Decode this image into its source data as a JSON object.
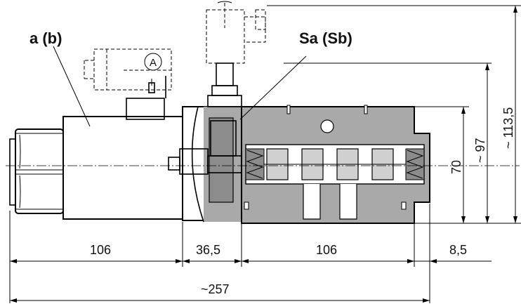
{
  "labels": {
    "solenoid": "a (b)",
    "sensor": "Sa (Sb)",
    "connector_marker": "A"
  },
  "dimensions": {
    "solenoid_length": "106",
    "adapter_length": "36,5",
    "body_length": "106",
    "end_offset": "8,5",
    "overall_length": "~257",
    "body_height": "70",
    "height_97": "~ 97",
    "height_113": "~ 113,5"
  },
  "colors": {
    "section_fill": "#a9a9a9",
    "section_dark": "#8c8c8c",
    "line": "#000000",
    "background": "#ffffff"
  }
}
